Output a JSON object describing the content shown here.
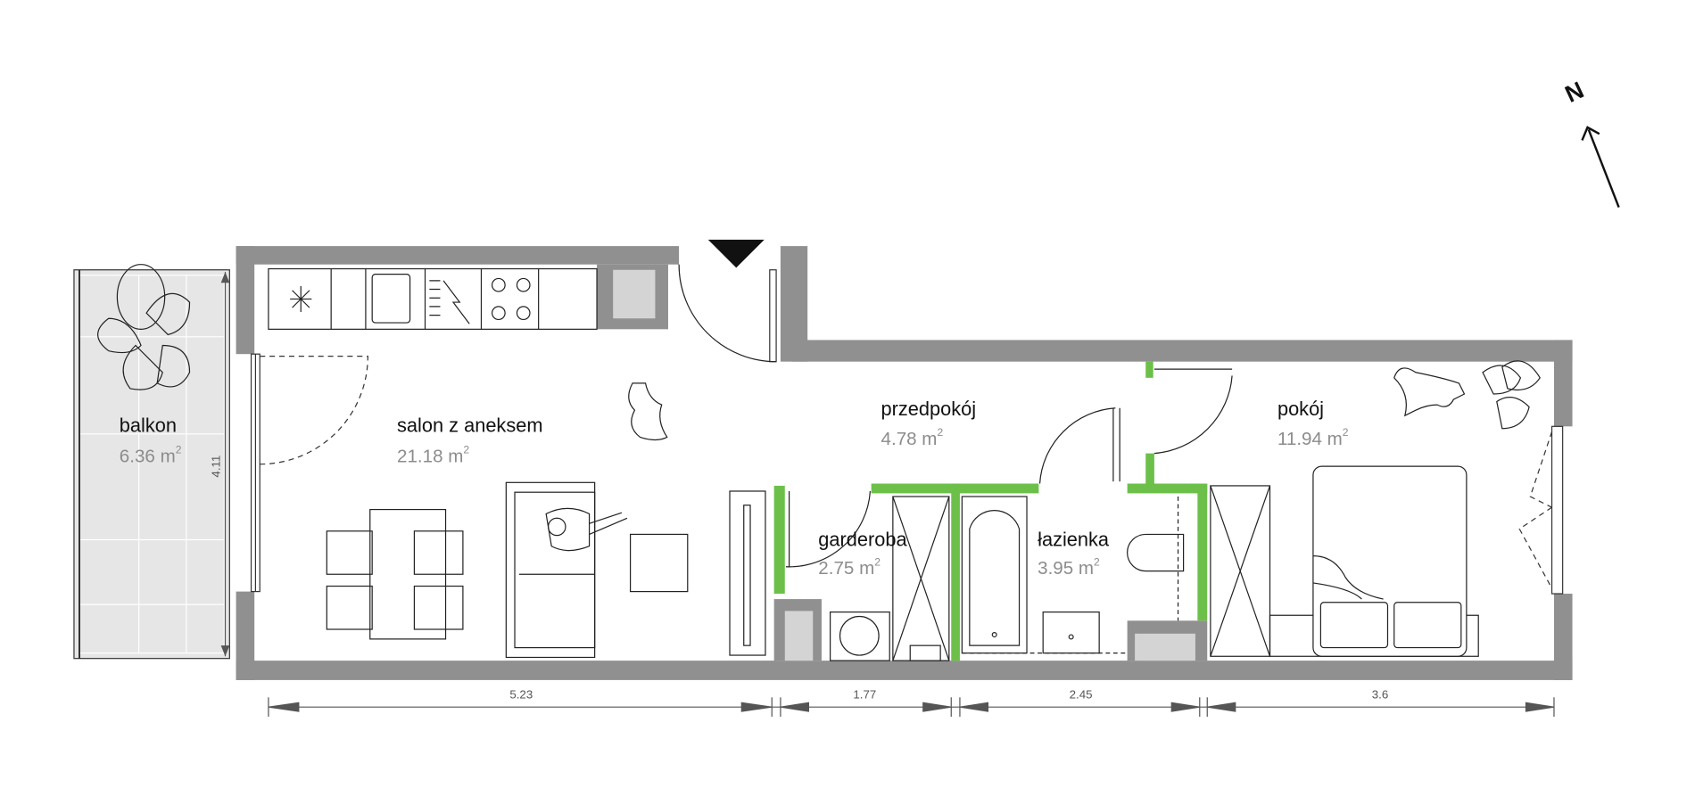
{
  "colors": {
    "wall": "#909090",
    "new_wall": "#6cc04a",
    "balcony": "#e6e6e6",
    "column_inner": "#d4d4d4",
    "area_text": "#8c8c8c"
  },
  "compass": {
    "label": "N"
  },
  "rooms": [
    {
      "id": "balkon",
      "name": "balkon",
      "area": "6.36 m",
      "unit_sup": "2"
    },
    {
      "id": "salon",
      "name": "salon z aneksem",
      "area": "21.18 m",
      "unit_sup": "2"
    },
    {
      "id": "przedpokoj",
      "name": "przedpokój",
      "area": "4.78 m",
      "unit_sup": "2"
    },
    {
      "id": "garderoba",
      "name": "garderoba",
      "area": "2.75 m",
      "unit_sup": "2"
    },
    {
      "id": "lazienka",
      "name": "łazienka",
      "area": "3.95 m",
      "unit_sup": "2"
    },
    {
      "id": "pokoj",
      "name": "pokój",
      "area": "11.94 m",
      "unit_sup": "2"
    }
  ],
  "dimensions": {
    "horizontal": [
      "5.23",
      "1.77",
      "2.45",
      "3.6"
    ],
    "vertical": "4.11"
  },
  "icons": [
    "entrance-arrow-icon",
    "north-arrow-icon",
    "plant-icon",
    "dog-icon",
    "cat-icon",
    "person-icon"
  ]
}
